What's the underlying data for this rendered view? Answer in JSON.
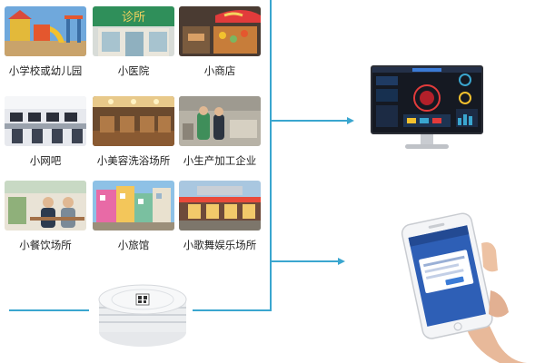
{
  "venues": [
    {
      "label": "小学校或幼儿园",
      "icon": "playground-photo"
    },
    {
      "label": "小医院",
      "icon": "clinic-photo"
    },
    {
      "label": "小商店",
      "icon": "shop-photo"
    },
    {
      "label": "小网吧",
      "icon": "internet-cafe-photo"
    },
    {
      "label": "小美容洗浴场所",
      "icon": "spa-photo"
    },
    {
      "label": "小生产加工企业",
      "icon": "factory-photo"
    },
    {
      "label": "小餐饮场所",
      "icon": "restaurant-photo"
    },
    {
      "label": "小旅馆",
      "icon": "hotel-photo"
    },
    {
      "label": "小歌舞娱乐场所",
      "icon": "ktv-photo"
    }
  ],
  "clinic_sign": "诊所",
  "colors": {
    "connector": "#3aa6cf",
    "screen_bg": "#1a1d24",
    "phone_blue": "#2e5fb6"
  }
}
